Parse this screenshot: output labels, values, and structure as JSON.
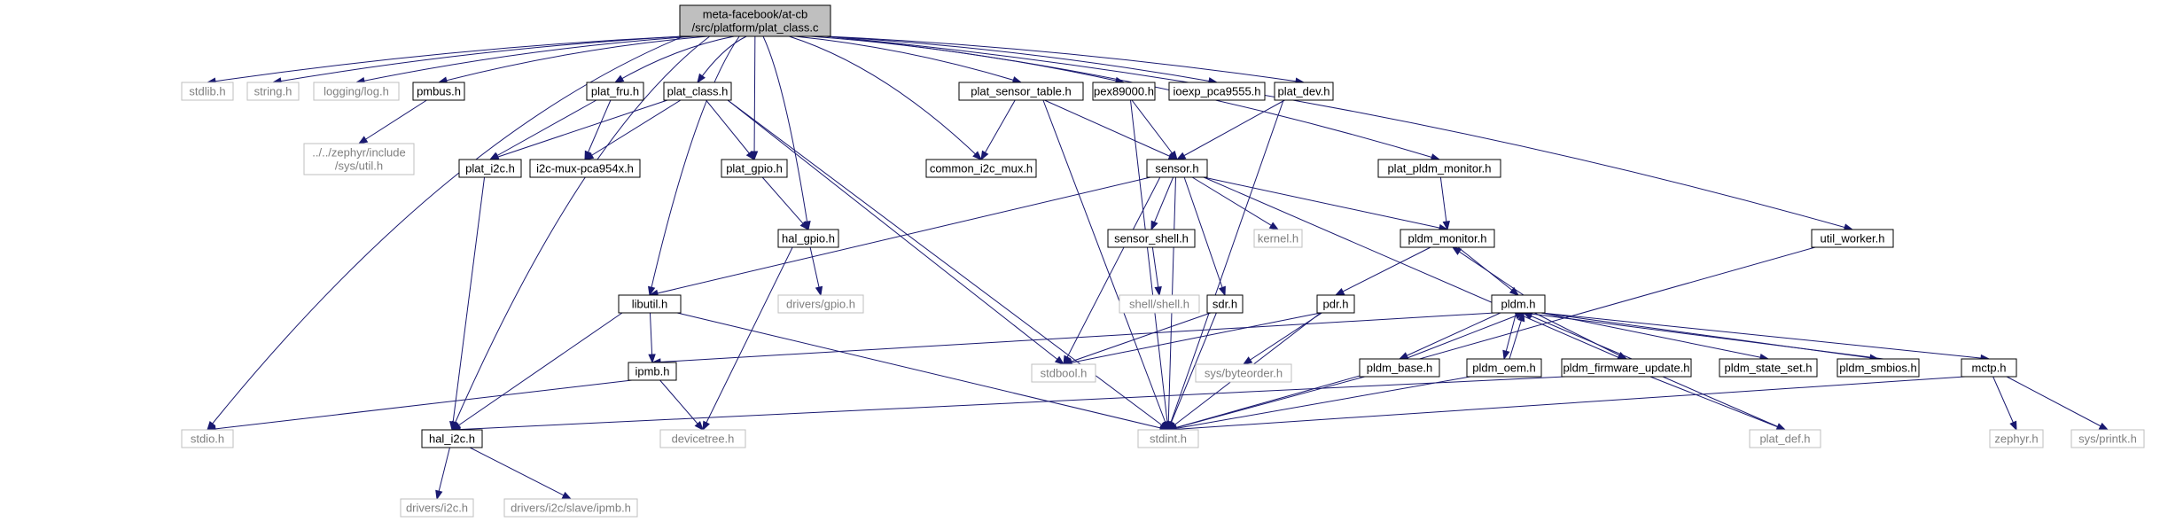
{
  "colors": {
    "edge": "#191970",
    "root_fill": "#bfbfbf",
    "box_border_black": "#000000",
    "box_border_grey": "#bfbfbf",
    "text_black": "#000000",
    "text_grey": "#7f7f7f"
  },
  "nodes": {
    "root": {
      "lines": [
        "meta-facebook/at-cb",
        "/src/platform/plat_class.c"
      ],
      "style": "root"
    },
    "stdlib": {
      "lines": [
        "stdlib.h"
      ],
      "style": "grey"
    },
    "string": {
      "lines": [
        "string.h"
      ],
      "style": "grey"
    },
    "logging": {
      "lines": [
        "logging/log.h"
      ],
      "style": "grey"
    },
    "pmbus": {
      "lines": [
        "pmbus.h"
      ],
      "style": "black"
    },
    "plat_fru": {
      "lines": [
        "plat_fru.h"
      ],
      "style": "black"
    },
    "plat_class": {
      "lines": [
        "plat_class.h"
      ],
      "style": "black"
    },
    "plat_sensor_table": {
      "lines": [
        "plat_sensor_table.h"
      ],
      "style": "black"
    },
    "pex89000": {
      "lines": [
        "pex89000.h"
      ],
      "style": "black"
    },
    "ioexp": {
      "lines": [
        "ioexp_pca9555.h"
      ],
      "style": "black"
    },
    "plat_dev": {
      "lines": [
        "plat_dev.h"
      ],
      "style": "black"
    },
    "zephyr_util": {
      "lines": [
        "../../zephyr/include",
        "/sys/util.h"
      ],
      "style": "grey"
    },
    "plat_i2c": {
      "lines": [
        "plat_i2c.h"
      ],
      "style": "black"
    },
    "i2c_mux": {
      "lines": [
        "i2c-mux-pca954x.h"
      ],
      "style": "black"
    },
    "plat_gpio": {
      "lines": [
        "plat_gpio.h"
      ],
      "style": "black"
    },
    "common_i2c_mux": {
      "lines": [
        "common_i2c_mux.h"
      ],
      "style": "black"
    },
    "sensor": {
      "lines": [
        "sensor.h"
      ],
      "style": "black"
    },
    "plat_pldm_monitor": {
      "lines": [
        "plat_pldm_monitor.h"
      ],
      "style": "black"
    },
    "hal_gpio": {
      "lines": [
        "hal_gpio.h"
      ],
      "style": "black"
    },
    "drivers_gpio": {
      "lines": [
        "drivers/gpio.h"
      ],
      "style": "grey"
    },
    "sensor_shell": {
      "lines": [
        "sensor_shell.h"
      ],
      "style": "black"
    },
    "kernel": {
      "lines": [
        "kernel.h"
      ],
      "style": "grey"
    },
    "pldm_monitor": {
      "lines": [
        "pldm_monitor.h"
      ],
      "style": "black"
    },
    "util_worker": {
      "lines": [
        "util_worker.h"
      ],
      "style": "black"
    },
    "shell_shell": {
      "lines": [
        "shell/shell.h"
      ],
      "style": "grey"
    },
    "libutil": {
      "lines": [
        "libutil.h"
      ],
      "style": "black"
    },
    "sdr": {
      "lines": [
        "sdr.h"
      ],
      "style": "black"
    },
    "pdr": {
      "lines": [
        "pdr.h"
      ],
      "style": "black"
    },
    "pldm": {
      "lines": [
        "pldm.h"
      ],
      "style": "black"
    },
    "ipmb": {
      "lines": [
        "ipmb.h"
      ],
      "style": "black"
    },
    "stdbool": {
      "lines": [
        "stdbool.h"
      ],
      "style": "grey"
    },
    "sys_byteorder": {
      "lines": [
        "sys/byteorder.h"
      ],
      "style": "grey"
    },
    "pldm_base": {
      "lines": [
        "pldm_base.h"
      ],
      "style": "black"
    },
    "pldm_oem": {
      "lines": [
        "pldm_oem.h"
      ],
      "style": "black"
    },
    "pldm_firmware_update": {
      "lines": [
        "pldm_firmware_update.h"
      ],
      "style": "black"
    },
    "pldm_state_set": {
      "lines": [
        "pldm_state_set.h"
      ],
      "style": "black"
    },
    "pldm_smbios": {
      "lines": [
        "pldm_smbios.h"
      ],
      "style": "black"
    },
    "mctp": {
      "lines": [
        "mctp.h"
      ],
      "style": "black"
    },
    "stdio": {
      "lines": [
        "stdio.h"
      ],
      "style": "grey"
    },
    "hal_i2c": {
      "lines": [
        "hal_i2c.h"
      ],
      "style": "black"
    },
    "devicetree": {
      "lines": [
        "devicetree.h"
      ],
      "style": "grey"
    },
    "stdint": {
      "lines": [
        "stdint.h"
      ],
      "style": "grey"
    },
    "plat_def": {
      "lines": [
        "plat_def.h"
      ],
      "style": "grey"
    },
    "zephyr_h": {
      "lines": [
        "zephyr.h"
      ],
      "style": "grey"
    },
    "sys_printk": {
      "lines": [
        "sys/printk.h"
      ],
      "style": "grey"
    },
    "drivers_i2c": {
      "lines": [
        "drivers/i2c.h"
      ],
      "style": "grey"
    },
    "drivers_i2c_slave_ipmb": {
      "lines": [
        "drivers/i2c/slave/ipmb.h"
      ],
      "style": "grey"
    }
  },
  "edges": [
    [
      "root",
      "stdlib"
    ],
    [
      "root",
      "string"
    ],
    [
      "root",
      "logging"
    ],
    [
      "root",
      "pmbus"
    ],
    [
      "root",
      "plat_fru"
    ],
    [
      "root",
      "plat_class"
    ],
    [
      "root",
      "plat_sensor_table"
    ],
    [
      "root",
      "pex89000"
    ],
    [
      "root",
      "ioexp"
    ],
    [
      "root",
      "plat_dev"
    ],
    [
      "root",
      "plat_gpio"
    ],
    [
      "root",
      "common_i2c_mux"
    ],
    [
      "root",
      "plat_pldm_monitor"
    ],
    [
      "root",
      "util_worker"
    ],
    [
      "root",
      "libutil"
    ],
    [
      "root",
      "hal_gpio"
    ],
    [
      "root",
      "hal_i2c"
    ],
    [
      "root",
      "stdio"
    ],
    [
      "pmbus",
      "zephyr_util"
    ],
    [
      "plat_fru",
      "plat_i2c"
    ],
    [
      "plat_fru",
      "i2c_mux"
    ],
    [
      "plat_class",
      "plat_i2c"
    ],
    [
      "plat_class",
      "i2c_mux"
    ],
    [
      "plat_class",
      "plat_gpio"
    ],
    [
      "plat_class",
      "stdbool"
    ],
    [
      "plat_class",
      "stdint"
    ],
    [
      "plat_sensor_table",
      "common_i2c_mux"
    ],
    [
      "plat_sensor_table",
      "sensor"
    ],
    [
      "plat_sensor_table",
      "stdint"
    ],
    [
      "pex89000",
      "sensor"
    ],
    [
      "pex89000",
      "stdint"
    ],
    [
      "plat_dev",
      "sensor"
    ],
    [
      "plat_dev",
      "stdint"
    ],
    [
      "plat_i2c",
      "hal_i2c"
    ],
    [
      "plat_gpio",
      "hal_gpio"
    ],
    [
      "sensor",
      "sensor_shell"
    ],
    [
      "sensor",
      "kernel"
    ],
    [
      "sensor",
      "pldm_monitor"
    ],
    [
      "sensor",
      "sdr"
    ],
    [
      "sensor",
      "stdbool"
    ],
    [
      "sensor",
      "stdint"
    ],
    [
      "sensor",
      "libutil"
    ],
    [
      "sensor",
      "plat_def"
    ],
    [
      "plat_pldm_monitor",
      "pldm_monitor"
    ],
    [
      "hal_gpio",
      "drivers_gpio"
    ],
    [
      "hal_gpio",
      "devicetree"
    ],
    [
      "sensor_shell",
      "shell_shell"
    ],
    [
      "pldm_monitor",
      "pdr"
    ],
    [
      "pldm_monitor",
      "pldm"
    ],
    [
      "pldm",
      "pldm_monitor"
    ],
    [
      "pldm",
      "pldm_base"
    ],
    [
      "pldm",
      "pldm_oem"
    ],
    [
      "pldm",
      "pldm_firmware_update"
    ],
    [
      "pldm",
      "pldm_state_set"
    ],
    [
      "pldm",
      "pldm_smbios"
    ],
    [
      "pldm",
      "mctp"
    ],
    [
      "pldm",
      "ipmb"
    ],
    [
      "pldm_base",
      "pldm"
    ],
    [
      "pldm_oem",
      "pldm"
    ],
    [
      "pldm_firmware_update",
      "pldm"
    ],
    [
      "pldm_smbios",
      "pldm"
    ],
    [
      "pldm_base",
      "stdint"
    ],
    [
      "pldm_oem",
      "stdint"
    ],
    [
      "pldm_firmware_update",
      "hal_i2c"
    ],
    [
      "pldm_firmware_update",
      "plat_def"
    ],
    [
      "util_worker",
      "stdint"
    ],
    [
      "libutil",
      "ipmb"
    ],
    [
      "libutil",
      "hal_i2c"
    ],
    [
      "libutil",
      "stdint"
    ],
    [
      "sdr",
      "stdbool"
    ],
    [
      "sdr",
      "stdint"
    ],
    [
      "pdr",
      "stdbool"
    ],
    [
      "pdr",
      "sys_byteorder"
    ],
    [
      "pdr",
      "stdint"
    ],
    [
      "ipmb",
      "stdio"
    ],
    [
      "ipmb",
      "devicetree"
    ],
    [
      "mctp",
      "stdint"
    ],
    [
      "mctp",
      "zephyr_h"
    ],
    [
      "mctp",
      "sys_printk"
    ],
    [
      "hal_i2c",
      "drivers_i2c"
    ],
    [
      "hal_i2c",
      "drivers_i2c_slave_ipmb"
    ]
  ]
}
